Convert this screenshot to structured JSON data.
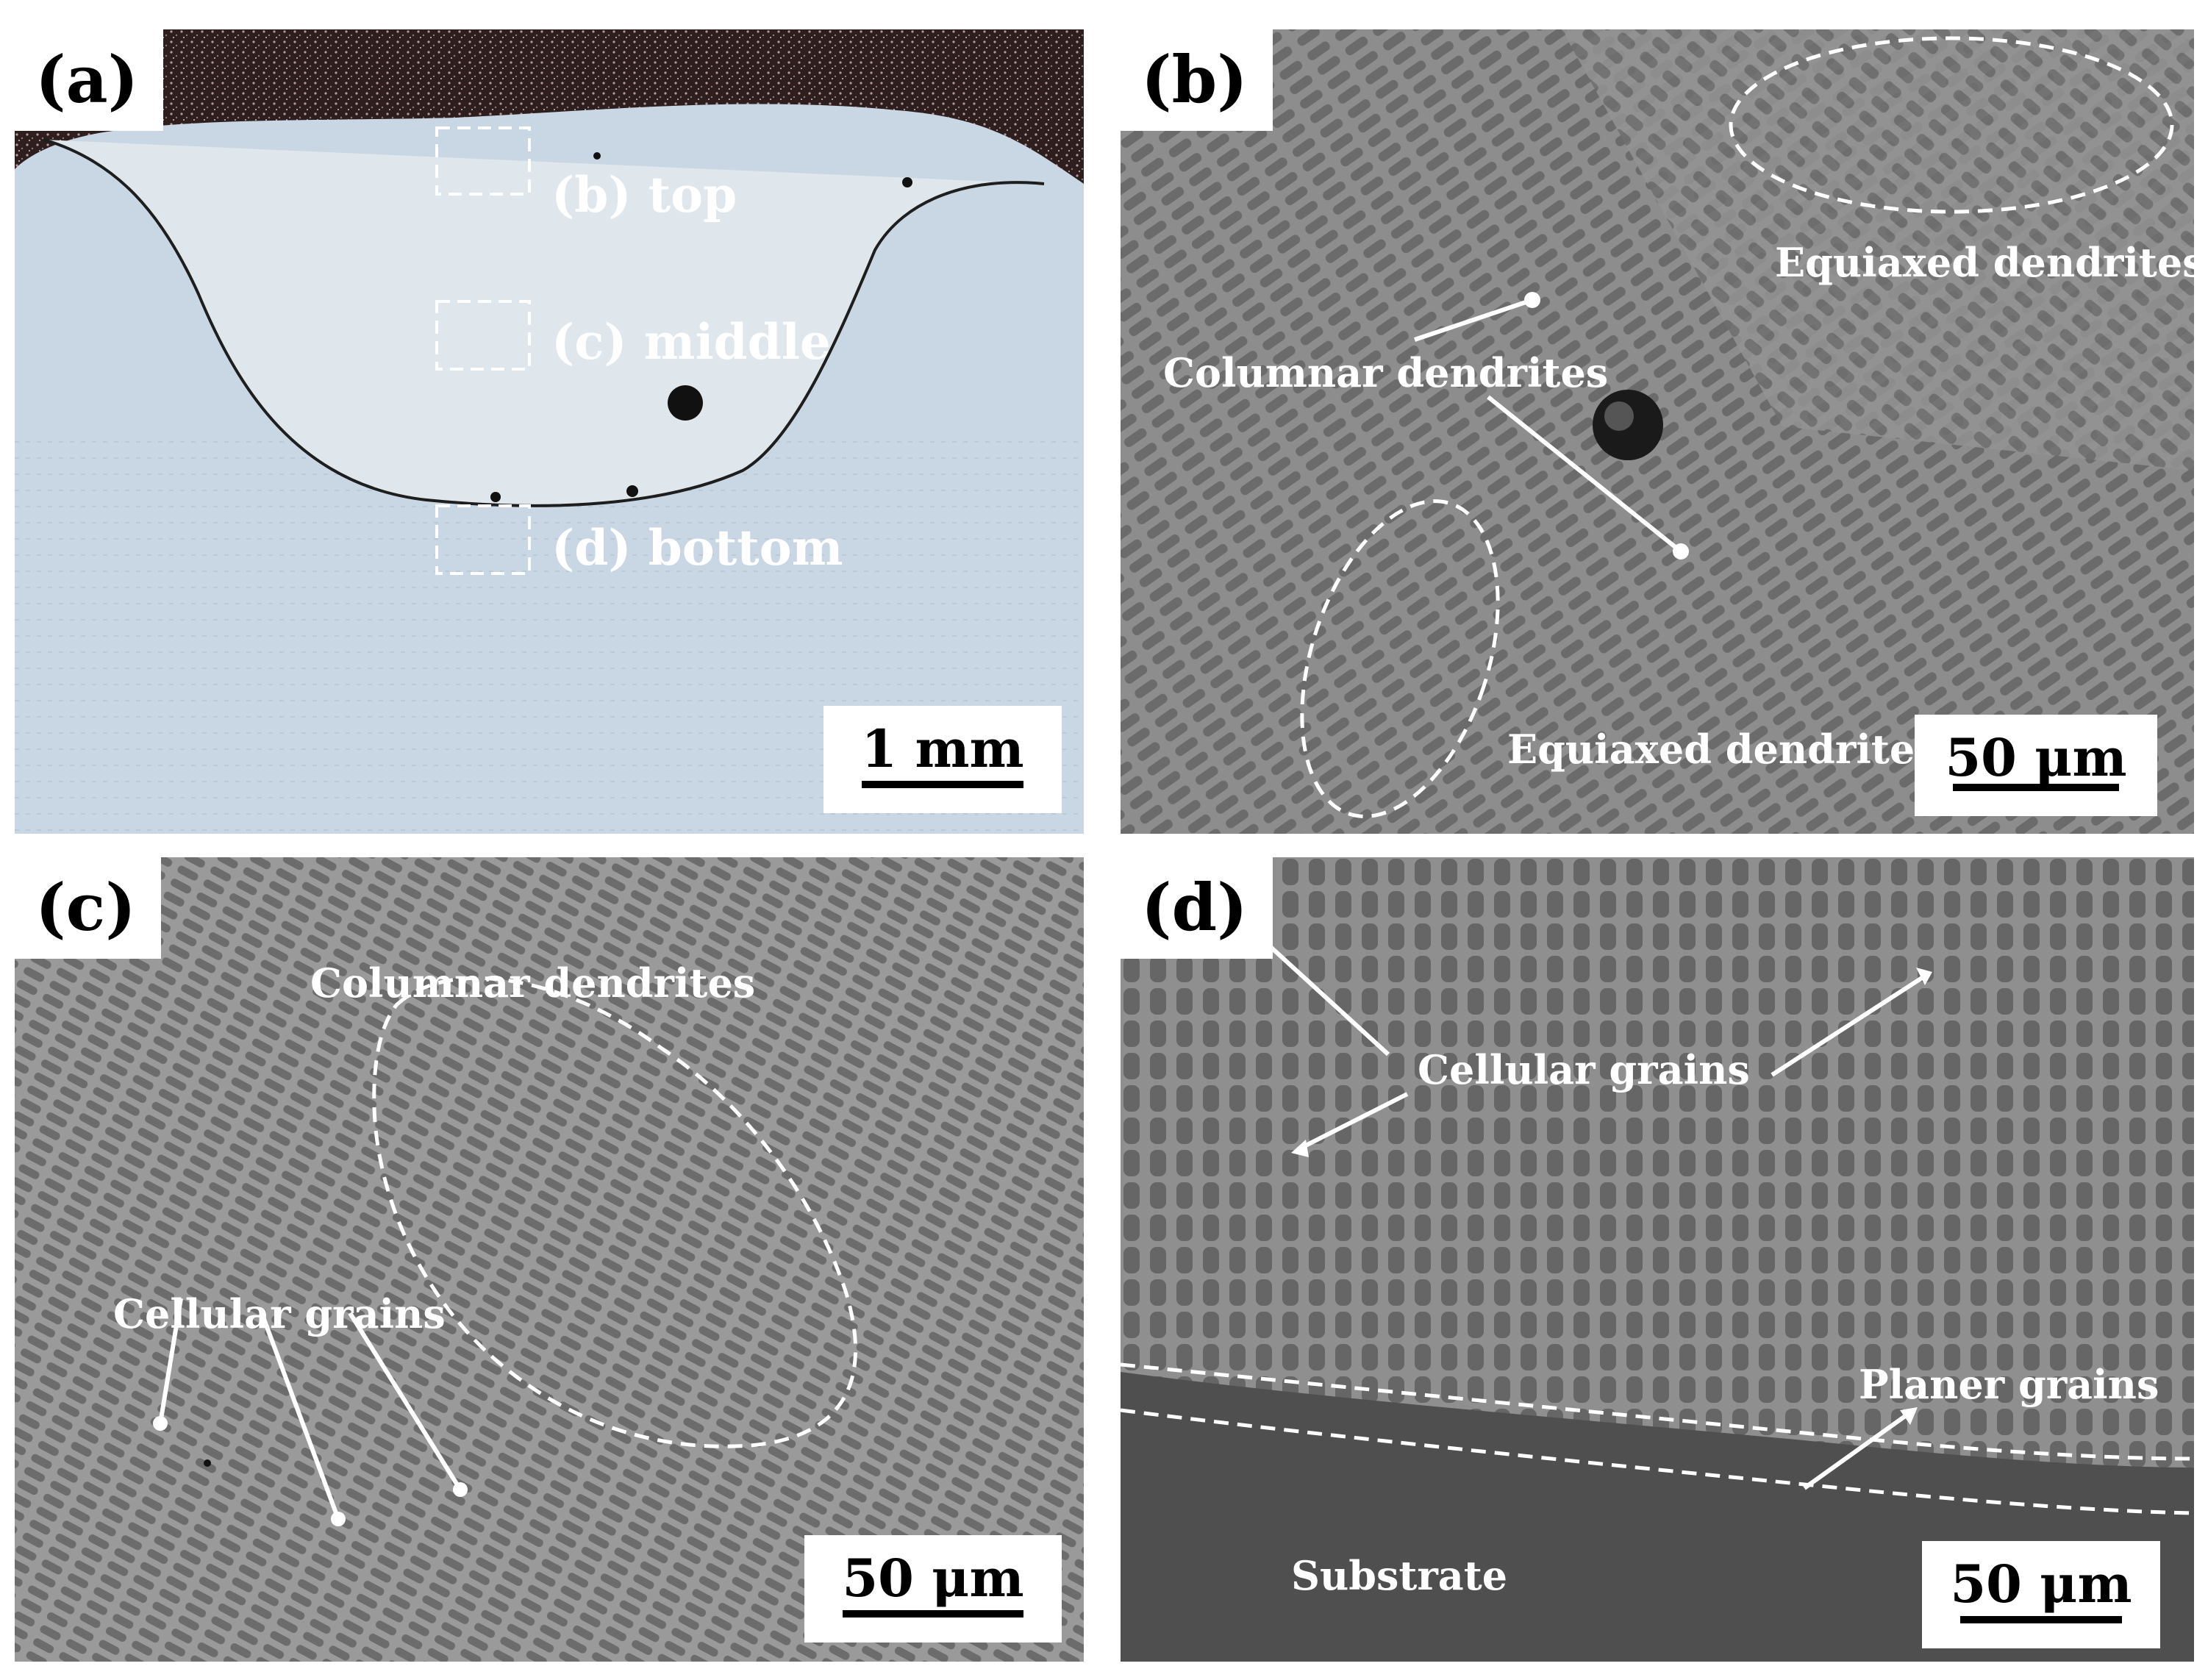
{
  "panels": {
    "a": {
      "letter": "(a)",
      "regions": {
        "top": "(b) top",
        "middle": "(c) middle",
        "bottom": "(d) bottom"
      },
      "scalebar": "1 mm"
    },
    "b": {
      "letter": "(b)",
      "equiaxed_top": "Equiaxed dendrites",
      "columnar": "Columnar dendrites",
      "equiaxed_bottom": "Equiaxed dendrites",
      "scalebar": "50 μm"
    },
    "c": {
      "letter": "(c)",
      "columnar": "Columnar dendrites",
      "cellular": "Cellular grains",
      "scalebar": "50 μm"
    },
    "d": {
      "letter": "(d)",
      "cellular": "Cellular grains",
      "planer": "Planer grains",
      "substrate": "Substrate",
      "scalebar": "50 μm"
    }
  },
  "colors": {
    "optical_base": "#c9d8e4",
    "optical_dark": "#3a2a2a",
    "sem_base": "#8a8a8a",
    "substrate": "#4e4e4e",
    "annotation": "#ffffff"
  }
}
